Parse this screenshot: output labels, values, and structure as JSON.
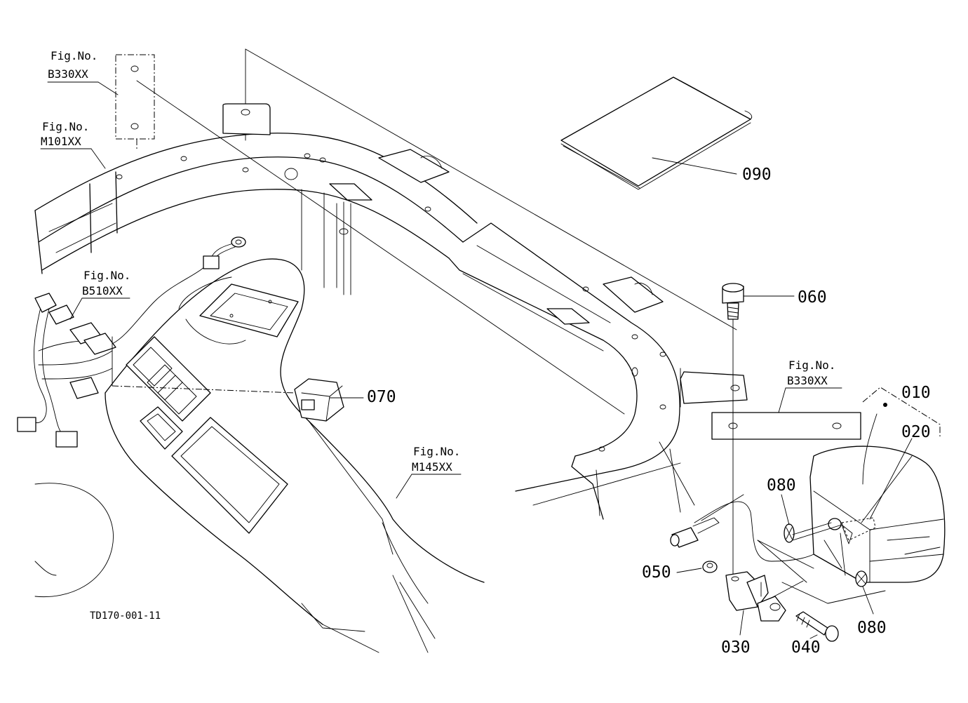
{
  "drawing_code": "TD170-001-11",
  "fig_refs": [
    {
      "line1": "Fig.No.",
      "line2": "B330XX"
    },
    {
      "line1": "Fig.No.",
      "line2": "M101XX"
    },
    {
      "line1": "Fig.No.",
      "line2": "B510XX"
    },
    {
      "line1": "Fig.No.",
      "line2": "M145XX"
    },
    {
      "line1": "Fig.No.",
      "line2": "B330XX"
    }
  ],
  "parts": [
    {
      "number": "090",
      "name": "manual"
    },
    {
      "number": "060",
      "name": "bolt"
    },
    {
      "number": "070",
      "name": "switch"
    },
    {
      "number": "010",
      "name": "lamp-assembly"
    },
    {
      "number": "020",
      "name": "bulb"
    },
    {
      "number": "080",
      "name": "grommet-upper"
    },
    {
      "number": "050",
      "name": "nut"
    },
    {
      "number": "080",
      "name": "grommet-lower"
    },
    {
      "number": "030",
      "name": "bracket"
    },
    {
      "number": "040",
      "name": "pin-bolt"
    }
  ]
}
